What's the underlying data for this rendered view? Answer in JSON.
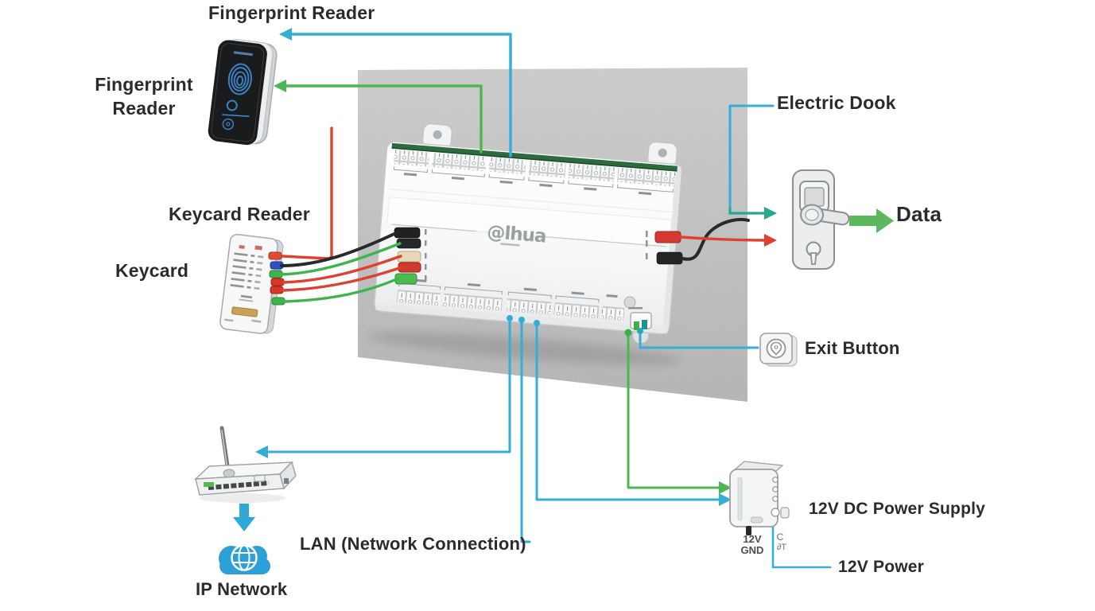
{
  "labels": {
    "fingerprint_reader_top": "Fingerprint Reader",
    "fingerprint_reader_side_line1": "Fingerprint",
    "fingerprint_reader_side_line2": "Reader",
    "keycard_reader": "Keycard Reader",
    "keycard": "Keycard",
    "electric_door": "Electric Dook",
    "data": "Data",
    "exit_button": "Exit Button",
    "power_supply": "12V DC Power Supply",
    "power_12v": "12V Power",
    "lan": "LAN (Network Connection)",
    "ip_network": "IP Network"
  },
  "board": {
    "brand": "@lhua"
  },
  "power_supply_marks": {
    "gnd_line1": "12V",
    "gnd_line2": "GND",
    "out_line1": "C",
    "out_line2": "∂T"
  },
  "colors": {
    "connector_blue": "#35aed6",
    "connector_green": "#4db654",
    "arrow_teal": "#27a88f",
    "wire_red": "#e0402f",
    "wire_black": "#27292b",
    "data_arrow_green": "#5cb85c",
    "cloud_blue": "#2da0d8",
    "wall_gray": "#c6c6c6"
  }
}
